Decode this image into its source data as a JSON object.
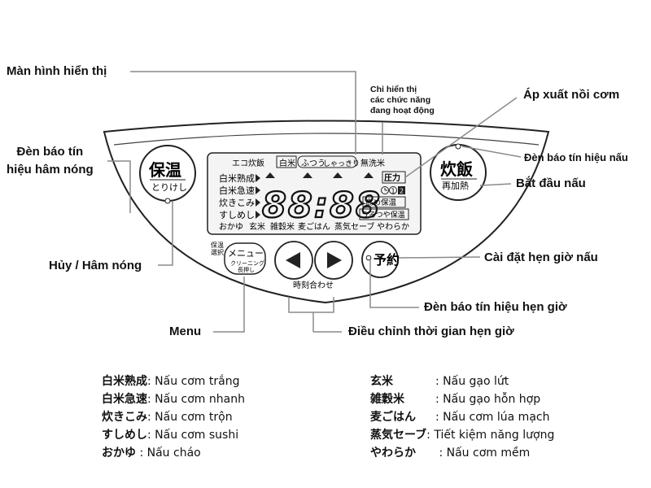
{
  "callouts": {
    "display_screen": "Màn hình hiển thị",
    "active_functions": [
      "Chỉ hiển thị",
      "các chức năng",
      "đang hoạt động"
    ],
    "pressure": "Áp xuất nồi cơm",
    "keep_warm_light": [
      "Đèn báo tín",
      "hiệu hâm nóng"
    ],
    "cook_light": "Đèn báo tín hiệu nấu",
    "start_cooking": "Bắt đầu nấu",
    "timer_setting": "Cài đặt hẹn giờ nấu",
    "cancel_warm": "Hủy / Hâm nóng",
    "timer_light": "Đèn báo tín hiệu hẹn giờ",
    "menu": "Menu",
    "adjust_timer": "Điều chỉnh thời gian hẹn giờ"
  },
  "panel": {
    "keep_warm_btn": [
      "保温",
      "とりけし"
    ],
    "cook_btn": [
      "炊飯",
      "再加熱"
    ],
    "timer_btn": "予約",
    "menu_btn": [
      "メニュー",
      "クリーニング",
      "長押し"
    ],
    "keep_select": [
      "保温",
      "選択"
    ],
    "time_adjust": "時刻合わせ",
    "display": {
      "top_row": [
        "エコ炊飯",
        "白米",
        "ふつう",
        "しゃっきり",
        "無洗米"
      ],
      "left_menu": [
        "白米熟成",
        "白米急速",
        "炊きこみ",
        "すしめし"
      ],
      "bottom_row": [
        "おかゆ",
        "玄米",
        "雑穀米",
        "麦ごはん",
        "蒸気セーブ",
        "やわらか"
      ],
      "digits": "88:88",
      "pressure": "圧力",
      "pressure_nums": [
        "1",
        "2"
      ],
      "right_labels": [
        "高め保温",
        "うるつや保温"
      ]
    }
  },
  "legend": {
    "left": [
      {
        "term": "白米熟成",
        "desc": ": Nấu cơm trắng"
      },
      {
        "term": "白米急速",
        "desc": ": Nấu cơm nhanh"
      },
      {
        "term": "炊きこみ",
        "desc": ": Nấu cơm trộn"
      },
      {
        "term": "すしめし",
        "desc": ": Nấu cơm sushi"
      },
      {
        "term": "おかゆ",
        "desc": " : Nấu cháo"
      }
    ],
    "right": [
      {
        "term": "玄米",
        "desc": ": Nấu gạo lứt"
      },
      {
        "term": "雑穀米",
        "desc": ": Nấu gạo hỗn hợp"
      },
      {
        "term": "麦ごはん",
        "desc": ": Nấu cơm lúa mạch"
      },
      {
        "term": "蒸気セーブ",
        "desc": ": Tiết kiệm năng lượng"
      },
      {
        "term": "やわらか",
        "desc": " : Nấu cơm mềm"
      }
    ]
  }
}
